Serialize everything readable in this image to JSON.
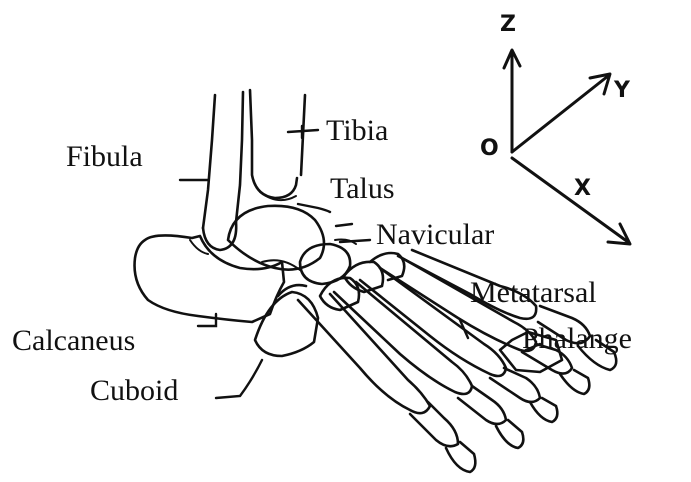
{
  "labels": {
    "fibula": "Fibula",
    "tibia": "Tibia",
    "talus": "Talus",
    "navicular": "Navicular",
    "metatarsal": "Metatarsal",
    "phalange": "Phalange",
    "calcaneus": "Calcaneus",
    "cuboid": "Cuboid"
  },
  "axes": {
    "z": "Z",
    "y": "Y",
    "x": "X",
    "origin": "O"
  },
  "colors": {
    "ink": "#111111",
    "background": "#ffffff"
  }
}
